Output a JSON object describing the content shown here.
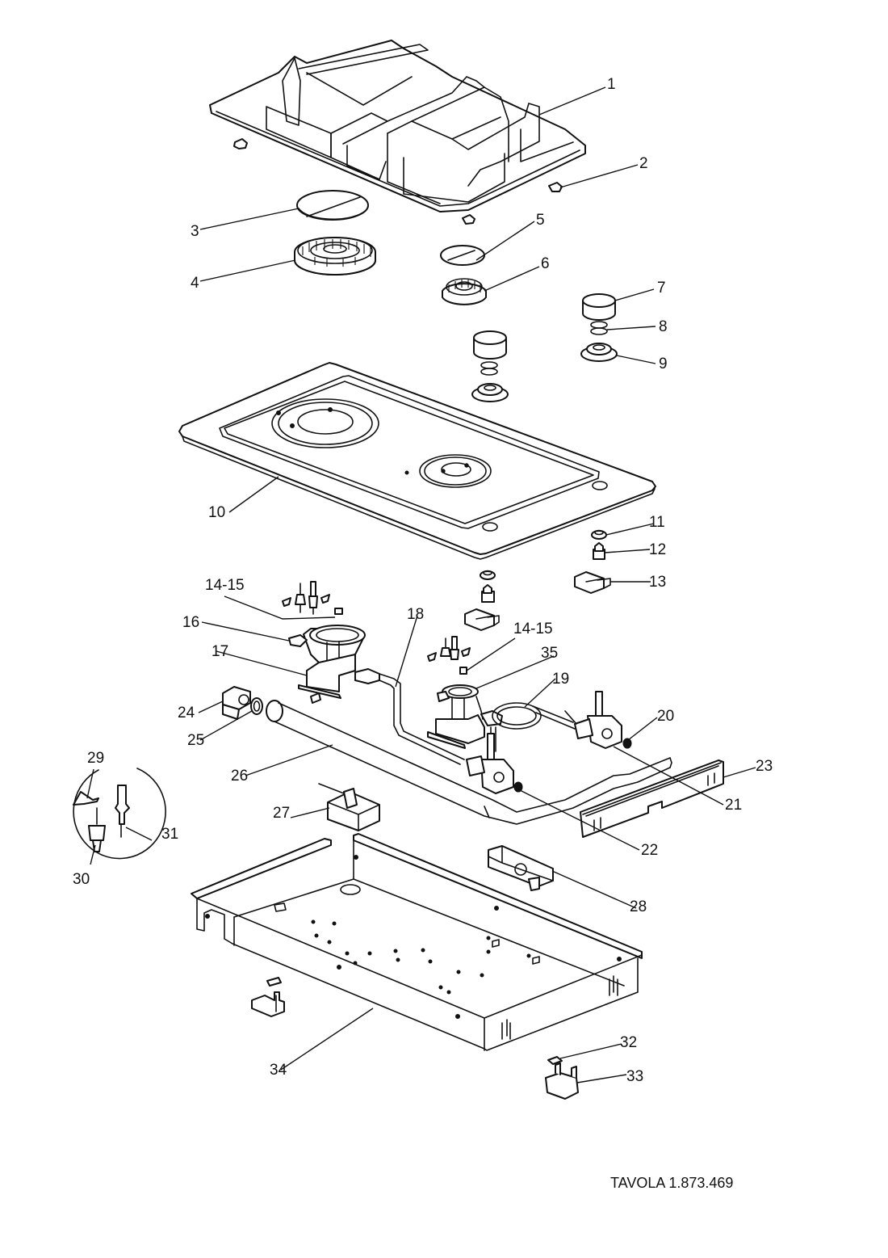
{
  "diagram": {
    "type": "exploded-parts-diagram",
    "subject": "two-burner gas hob",
    "footer_code": "TAVOLA 1.873.469",
    "labels": [
      {
        "id": "1",
        "text": "1",
        "part": "pan-support-grid"
      },
      {
        "id": "2",
        "text": "2",
        "part": "grid-rubber-foot"
      },
      {
        "id": "3",
        "text": "3",
        "part": "large-burner-cap"
      },
      {
        "id": "4",
        "text": "4",
        "part": "large-burner-crown"
      },
      {
        "id": "5",
        "text": "5",
        "part": "small-burner-cap"
      },
      {
        "id": "6",
        "text": "6",
        "part": "small-burner-crown"
      },
      {
        "id": "7",
        "text": "7",
        "part": "control-knob"
      },
      {
        "id": "8",
        "text": "8",
        "part": "knob-spring"
      },
      {
        "id": "9",
        "text": "9",
        "part": "knob-bezel"
      },
      {
        "id": "10",
        "text": "10",
        "part": "top-plate"
      },
      {
        "id": "11",
        "text": "11",
        "part": "ignition-button-cap"
      },
      {
        "id": "12",
        "text": "12",
        "part": "ignition-button"
      },
      {
        "id": "13",
        "text": "13",
        "part": "microswitch"
      },
      {
        "id": "14-15a",
        "text": "14-15",
        "part": "ignition-electrode-thermocouple-set"
      },
      {
        "id": "16",
        "text": "16",
        "part": "large-burner-body"
      },
      {
        "id": "17",
        "text": "17",
        "part": "burner-bracket"
      },
      {
        "id": "18",
        "text": "18",
        "part": "gas-pipe-large-burner"
      },
      {
        "id": "14-15b",
        "text": "14-15",
        "part": "ignition-electrode-thermocouple-set"
      },
      {
        "id": "35",
        "text": "35",
        "part": "small-burner-body"
      },
      {
        "id": "19",
        "text": "19",
        "part": "gas-pipe-small-burner"
      },
      {
        "id": "20",
        "text": "20",
        "part": "injector"
      },
      {
        "id": "24",
        "text": "24",
        "part": "elbow-fitting"
      },
      {
        "id": "25",
        "text": "25",
        "part": "gasket"
      },
      {
        "id": "26",
        "text": "26",
        "part": "gas-manifold"
      },
      {
        "id": "23",
        "text": "23",
        "part": "front-panel-bracket"
      },
      {
        "id": "21",
        "text": "21",
        "part": "gas-tap"
      },
      {
        "id": "22",
        "text": "22",
        "part": "gas-tap"
      },
      {
        "id": "29",
        "text": "29",
        "part": "electrode-clip"
      },
      {
        "id": "30",
        "text": "30",
        "part": "ignition-electrode"
      },
      {
        "id": "31",
        "text": "31",
        "part": "thermocouple"
      },
      {
        "id": "27",
        "text": "27",
        "part": "spark-generator"
      },
      {
        "id": "28",
        "text": "28",
        "part": "terminal-block"
      },
      {
        "id": "34",
        "text": "34",
        "part": "bottom-casing"
      },
      {
        "id": "32",
        "text": "32",
        "part": "fixing-clip-screw"
      },
      {
        "id": "33",
        "text": "33",
        "part": "fixing-clip"
      }
    ]
  }
}
